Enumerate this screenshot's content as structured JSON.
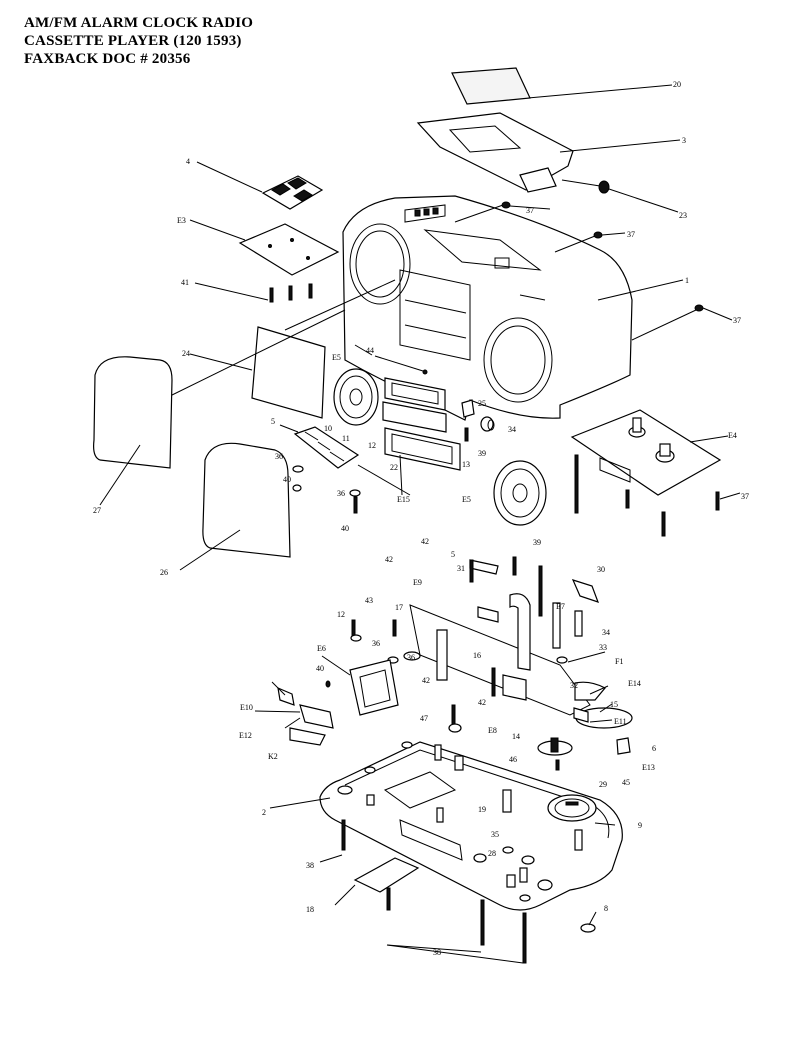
{
  "header": {
    "line1": "AM/FM ALARM CLOCK RADIO",
    "line2": "CASSETTE PLAYER  (120 1593)",
    "line3": "FAXBACK DOC # 20356"
  },
  "callouts": [
    {
      "id": "c20",
      "text": "20"
    },
    {
      "id": "c3",
      "text": "3"
    },
    {
      "id": "c23",
      "text": "23"
    },
    {
      "id": "c4",
      "text": "4"
    },
    {
      "id": "c37a",
      "text": "37"
    },
    {
      "id": "c37b",
      "text": "37"
    },
    {
      "id": "cE3",
      "text": "E3"
    },
    {
      "id": "c1",
      "text": "1"
    },
    {
      "id": "c41",
      "text": "41"
    },
    {
      "id": "c37c",
      "text": "37"
    },
    {
      "id": "c24",
      "text": "24"
    },
    {
      "id": "c44",
      "text": "44"
    },
    {
      "id": "cE5a",
      "text": "E5"
    },
    {
      "id": "c25",
      "text": "25"
    },
    {
      "id": "cE4",
      "text": "E4"
    },
    {
      "id": "c5a",
      "text": "5"
    },
    {
      "id": "c10",
      "text": "10"
    },
    {
      "id": "c11",
      "text": "11"
    },
    {
      "id": "c12",
      "text": "12"
    },
    {
      "id": "c34a",
      "text": "34"
    },
    {
      "id": "c13",
      "text": "13"
    },
    {
      "id": "c39a",
      "text": "39"
    },
    {
      "id": "c36a",
      "text": "36"
    },
    {
      "id": "c22",
      "text": "22"
    },
    {
      "id": "c40a",
      "text": "40"
    },
    {
      "id": "c36b",
      "text": "36"
    },
    {
      "id": "cE15",
      "text": "E15"
    },
    {
      "id": "cE5b",
      "text": "E5"
    },
    {
      "id": "c37d",
      "text": "37"
    },
    {
      "id": "c27",
      "text": "27"
    },
    {
      "id": "c40b",
      "text": "40"
    },
    {
      "id": "c26",
      "text": "26"
    },
    {
      "id": "c5b",
      "text": "5"
    },
    {
      "id": "c42a",
      "text": "42"
    },
    {
      "id": "c39b",
      "text": "39"
    },
    {
      "id": "c30",
      "text": "30"
    },
    {
      "id": "c31",
      "text": "31"
    },
    {
      "id": "cE9",
      "text": "E9"
    },
    {
      "id": "c42b",
      "text": "42"
    },
    {
      "id": "c17",
      "text": "17"
    },
    {
      "id": "c43",
      "text": "43"
    },
    {
      "id": "cE7",
      "text": "E7"
    },
    {
      "id": "c12b",
      "text": "12"
    },
    {
      "id": "c34b",
      "text": "34"
    },
    {
      "id": "c36c",
      "text": "36"
    },
    {
      "id": "c33",
      "text": "33"
    },
    {
      "id": "cE6",
      "text": "E6"
    },
    {
      "id": "c36d",
      "text": "36"
    },
    {
      "id": "c16",
      "text": "16"
    },
    {
      "id": "cF1",
      "text": "F1"
    },
    {
      "id": "c32",
      "text": "32"
    },
    {
      "id": "c40c",
      "text": "40"
    },
    {
      "id": "c42c",
      "text": "42"
    },
    {
      "id": "cE14",
      "text": "E14"
    },
    {
      "id": "c42d",
      "text": "42"
    },
    {
      "id": "c15",
      "text": "15"
    },
    {
      "id": "cE10",
      "text": "E10"
    },
    {
      "id": "c47",
      "text": "47"
    },
    {
      "id": "cE8",
      "text": "E8"
    },
    {
      "id": "cE11",
      "text": "E11"
    },
    {
      "id": "cE12",
      "text": "E12"
    },
    {
      "id": "cK2",
      "text": "K2"
    },
    {
      "id": "c14",
      "text": "14"
    },
    {
      "id": "c6",
      "text": "6"
    },
    {
      "id": "c46",
      "text": "46"
    },
    {
      "id": "cE13",
      "text": "E13"
    },
    {
      "id": "c45",
      "text": "45"
    },
    {
      "id": "c29",
      "text": "29"
    },
    {
      "id": "c2",
      "text": "2"
    },
    {
      "id": "c19",
      "text": "19"
    },
    {
      "id": "c9",
      "text": "9"
    },
    {
      "id": "c35",
      "text": "35"
    },
    {
      "id": "c28",
      "text": "28"
    },
    {
      "id": "c38a",
      "text": "38"
    },
    {
      "id": "c18",
      "text": "18"
    },
    {
      "id": "c8",
      "text": "8"
    },
    {
      "id": "c38b",
      "text": "38"
    }
  ]
}
